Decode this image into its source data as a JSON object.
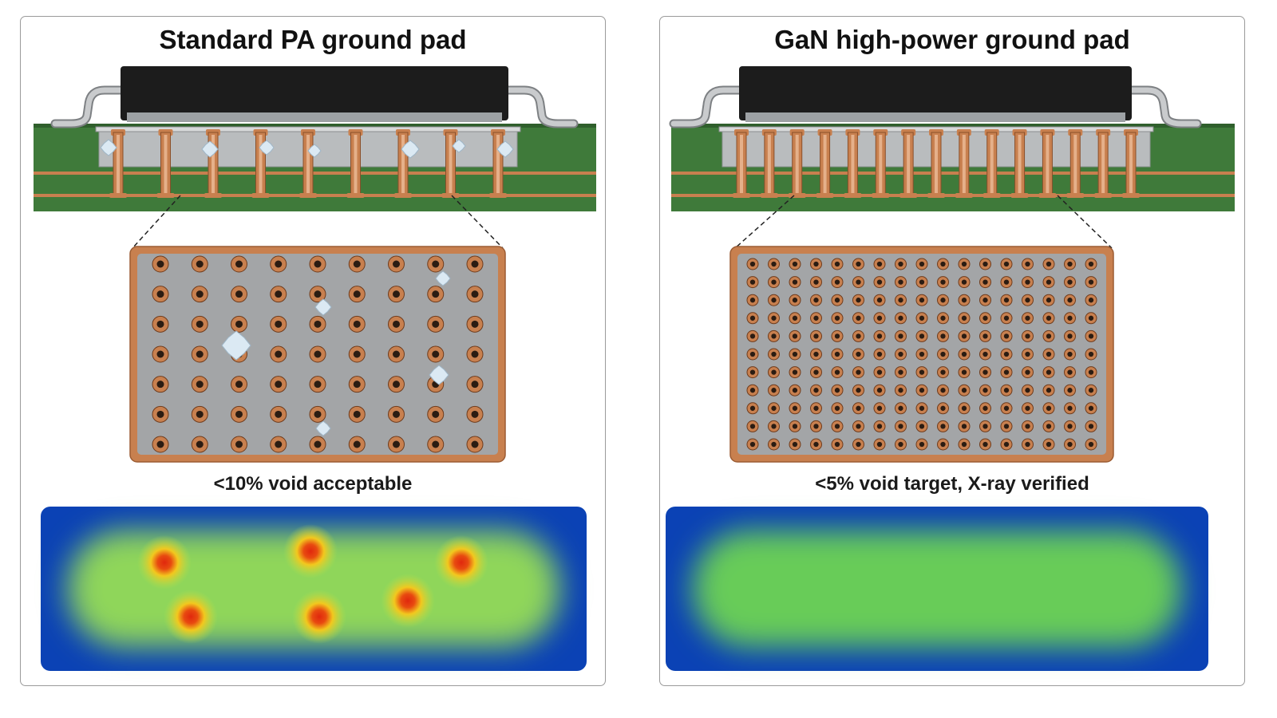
{
  "panels": [
    {
      "title": "Standard PA ground pad",
      "caption": "<10% void acceptable",
      "via_grid": {
        "cols": 9,
        "rows": 7
      },
      "cross_section_vias": 9,
      "voids_shown": true,
      "thermal_hotspots": 6
    },
    {
      "title": "GaN high-power ground pad",
      "caption": "<5% void target, X-ray verified",
      "via_grid": {
        "cols": 17,
        "rows": 11
      },
      "cross_section_vias": 15,
      "voids_shown": false,
      "thermal_hotspots": 0
    }
  ],
  "colors": {
    "pcb_green": "#3f7a3a",
    "copper": "#c8804f",
    "package_body": "#1c1c1c",
    "solder": "#b9bcbe",
    "void": "#dbe9f3",
    "heat_cold": "#0b42b5",
    "heat_mid": "#68cc58",
    "heat_hot": "#e0280e"
  }
}
